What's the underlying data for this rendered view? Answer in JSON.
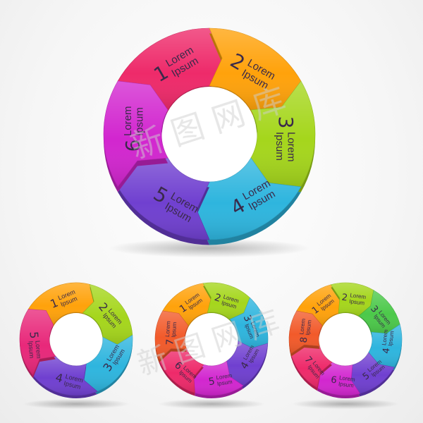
{
  "diagrams": [
    {
      "id": "cycle-6-large",
      "segments": [
        {
          "number": "1",
          "line1": "Lorem",
          "line2": "Ipsum",
          "color": "#ee2a6a"
        },
        {
          "number": "2",
          "line1": "Lorem",
          "line2": "Ipsum",
          "color": "#ffa20b"
        },
        {
          "number": "3",
          "line1": "Lorem",
          "line2": "Ipsum",
          "color": "#a5d61c"
        },
        {
          "number": "4",
          "line1": "Lorem",
          "line2": "Ipsum",
          "color": "#2eb5de"
        },
        {
          "number": "5",
          "line1": "Lorem",
          "line2": "Ipsum",
          "color": "#7040d0"
        },
        {
          "number": "6",
          "line1": "Lorem",
          "line2": "Ipsum",
          "color": "#d226cf"
        }
      ]
    },
    {
      "id": "cycle-5-small",
      "segments": [
        {
          "number": "1",
          "line1": "Lorem",
          "line2": "Ipsum",
          "color": "#ffa20b"
        },
        {
          "number": "2",
          "line1": "Lorem",
          "line2": "Ipsum",
          "color": "#a5d61c"
        },
        {
          "number": "3",
          "line1": "Lorem",
          "line2": "Ipsum",
          "color": "#2eb5de"
        },
        {
          "number": "4",
          "line1": "Lorem",
          "line2": "Ipsum",
          "color": "#7040d0"
        },
        {
          "number": "5",
          "line1": "Lorem",
          "line2": "Ipsum",
          "color": "#e8287a"
        }
      ]
    },
    {
      "id": "cycle-7-small",
      "segments": [
        {
          "number": "1",
          "line1": "Lorem",
          "line2": "Ipsum",
          "color": "#ffa20b"
        },
        {
          "number": "2",
          "line1": "Lorem",
          "line2": "Ipsum",
          "color": "#a5d61c"
        },
        {
          "number": "3",
          "line1": "Lorem",
          "line2": "Ipsum",
          "color": "#2eb5de"
        },
        {
          "number": "4",
          "line1": "Lorem",
          "line2": "Ipsum",
          "color": "#7040d0"
        },
        {
          "number": "5",
          "line1": "Lorem",
          "line2": "Ipsum",
          "color": "#d226cf"
        },
        {
          "number": "6",
          "line1": "Lorem",
          "line2": "Ipsum",
          "color": "#ee2a6a"
        },
        {
          "number": "7",
          "line1": "Lorem",
          "line2": "Ipsum",
          "color": "#f25a2a"
        }
      ]
    },
    {
      "id": "cycle-8-small",
      "segments": [
        {
          "number": "1",
          "line1": "Lorem",
          "line2": "Ipsum",
          "color": "#ffa20b"
        },
        {
          "number": "2",
          "line1": "Lorem",
          "line2": "Ipsum",
          "color": "#a5d61c"
        },
        {
          "number": "3",
          "line1": "Lorem",
          "line2": "Ipsum",
          "color": "#4cc94a"
        },
        {
          "number": "4",
          "line1": "Lorem",
          "line2": "Ipsum",
          "color": "#2eb5de"
        },
        {
          "number": "5",
          "line1": "Lorem",
          "line2": "Ipsum",
          "color": "#7040d0"
        },
        {
          "number": "6",
          "line1": "Lorem",
          "line2": "Ipsum",
          "color": "#d226cf"
        },
        {
          "number": "7",
          "line1": "Lorem",
          "line2": "Ipsum",
          "color": "#ee2a6a"
        },
        {
          "number": "8",
          "line1": "Lorem",
          "line2": "Ipsum",
          "color": "#f25a2a"
        }
      ]
    }
  ],
  "watermark": {
    "text": "新 图 网 库",
    "color": "#c8c8c8"
  }
}
